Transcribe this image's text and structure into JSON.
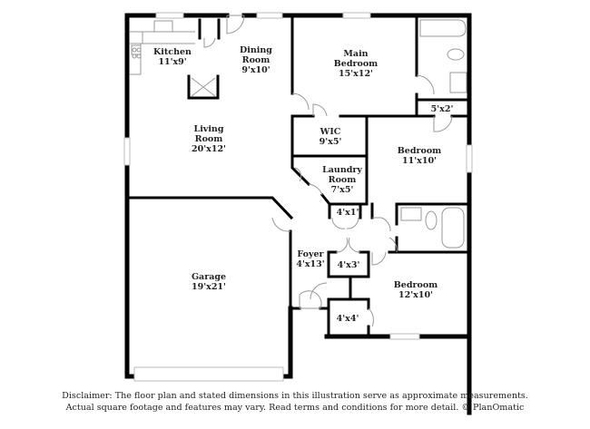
{
  "rooms": {
    "kitchen": {
      "name": "Kitchen",
      "dims": "11'x9'"
    },
    "dining": {
      "name_1": "Dining",
      "name_2": "Room",
      "dims": "9'x10'"
    },
    "main_bedroom": {
      "name_1": "Main",
      "name_2": "Bedroom",
      "dims": "15'x12'"
    },
    "main_bath_closet": {
      "dims": "5'x2'"
    },
    "living": {
      "name_1": "Living",
      "name_2": "Room",
      "dims": "20'x12'"
    },
    "wic": {
      "name": "WIC",
      "dims": "9'x5'"
    },
    "bedroom_2": {
      "name": "Bedroom",
      "dims": "11'x10'"
    },
    "laundry": {
      "name_1": "Laundry",
      "name_2": "Room",
      "dims": "7'x5'"
    },
    "closet_4x1": {
      "dims": "4'x1'"
    },
    "foyer": {
      "name": "Foyer",
      "dims": "4'x13'"
    },
    "closet_4x3": {
      "dims": "4'x3'"
    },
    "bedroom_3": {
      "name": "Bedroom",
      "dims": "12'x10'"
    },
    "closet_4x4": {
      "dims": "4'x4'"
    },
    "garage": {
      "name": "Garage",
      "dims": "19'x21'"
    }
  },
  "disclaimer": {
    "line_1": "Disclaimer: The floor plan and stated dimensions in this illustration serve as approximate measurements.",
    "line_2": "Actual square footage and features may vary. Read terms and conditions for more detail. © PlanOmatic"
  },
  "colors": {
    "wall": "#000000",
    "fixture": "#aaaaaa",
    "window": "#cccccc",
    "text": "#222222"
  }
}
